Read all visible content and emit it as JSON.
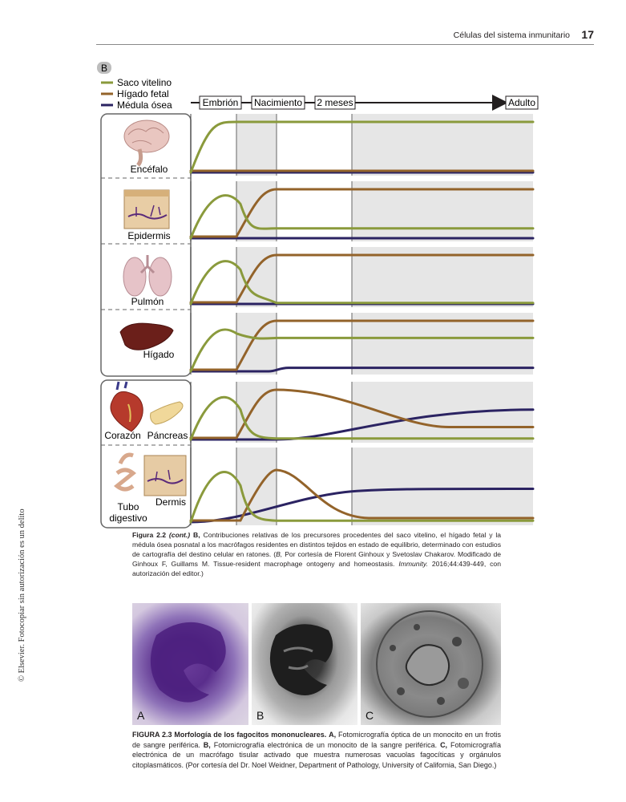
{
  "header": {
    "title": "Células del sistema inmunitario",
    "page_number": "17"
  },
  "side_note": "© Elsevier. Fotocopiar sin autorización es un delito",
  "figure_22": {
    "panel_letter": "B",
    "legend": [
      {
        "label": "Saco vitelino",
        "color": "#8a9a3c"
      },
      {
        "label": "Hígado fetal",
        "color": "#93632a"
      },
      {
        "label": "Médula ósea",
        "color": "#2b2362"
      }
    ],
    "timeline": [
      "Embrión",
      "Nacimiento",
      "2 meses",
      "Adulto"
    ],
    "tissues": [
      "Encéfalo",
      "Epidermis",
      "Pulmón",
      "Hígado",
      "Corazón",
      "Páncreas",
      "Tubo",
      "digestivo",
      "Dermis"
    ],
    "caption": {
      "label": "Figura 2.2",
      "cont": "(cont.)",
      "panel": "B,",
      "text_1": "Contribuciones relativas de los precursores procedentes del saco vitelino, el hígado fetal y la médula ósea posnatal a los macrófagos residentes en distintos tejidos en estado de equilibrio, determinado con estudios de cartografía del destino celular en ratones. (",
      "italic_b": "B,",
      "text_2": "Por cortesía de Florent Ginhoux y Svetoslav Chakarov. Modificado de Ginhoux F, Guillams M. Tissue-resident macrophage ontogeny and homeostasis.",
      "journal": "Immunity.",
      "text_3": "2016;44:439-449, con autorización del editor.)"
    }
  },
  "figure_23": {
    "panels": [
      "A",
      "B",
      "C"
    ],
    "caption": {
      "label": "FIGURA 2.3",
      "title": "Morfología de los fagocitos mononucleares.",
      "a": "A,",
      "a_text": "Fotomicrografía óptica de un monocito en un frotis de sangre periférica.",
      "b": "B,",
      "b_text": "Fotomicrografía electrónica de un monocito de la sangre periférica.",
      "c": "C,",
      "c_text": "Fotomicrografía electrónica de un macrófago tisular activado que muestra numerosas vacuolas fagocíticas y orgánulos citoplasmáticos. (Por cortesía del Dr. Noel Weidner, Department of Pathology, University of California, San Diego.)"
    }
  },
  "colors": {
    "yolk": "#8a9a3c",
    "liver": "#93632a",
    "marrow": "#2b2362",
    "shade": "#e6e6e6"
  }
}
